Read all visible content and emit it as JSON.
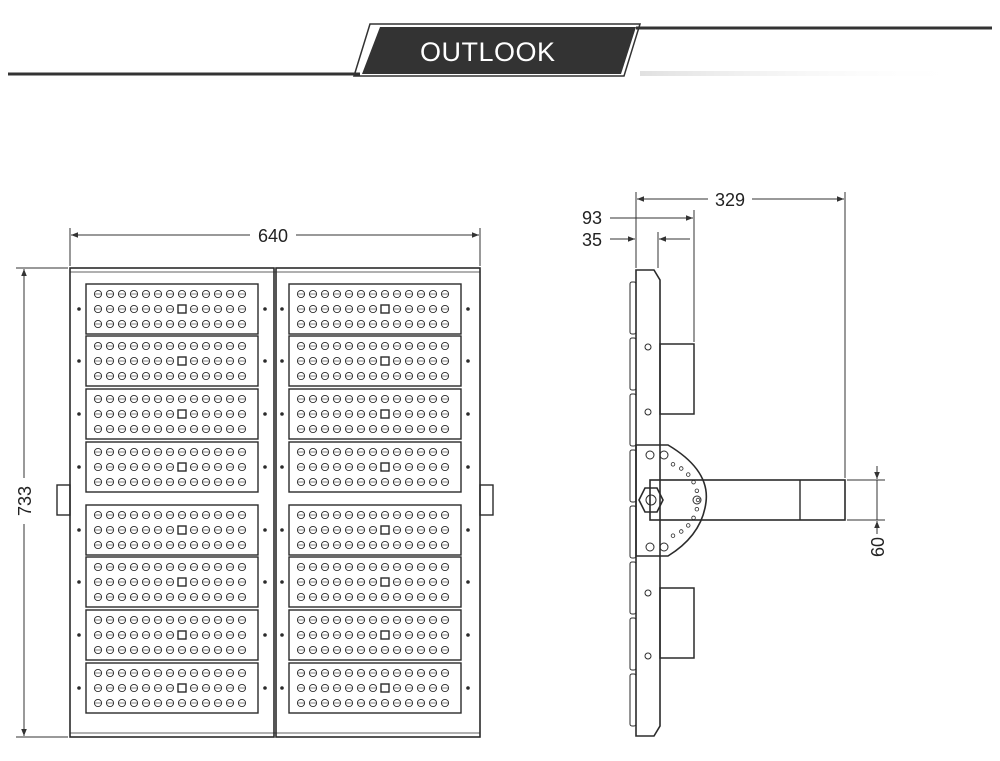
{
  "header": {
    "title": "OUTLOOK"
  },
  "front_view": {
    "width_label": "640",
    "height_label": "733"
  },
  "side_view": {
    "depth_label": "329",
    "bracket_label": "93",
    "offset_label": "35",
    "arm_label": "60"
  },
  "colors": {
    "banner": "#333333",
    "line": "#2b2b2b"
  }
}
